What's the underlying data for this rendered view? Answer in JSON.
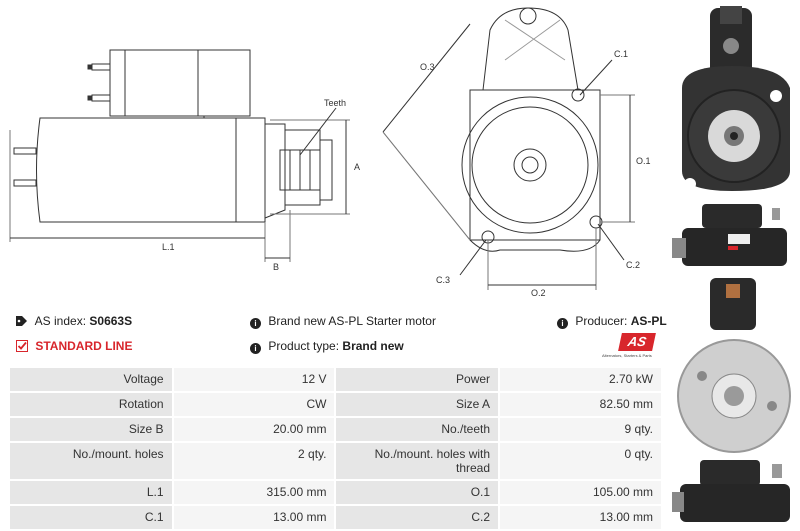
{
  "drawing_labels": {
    "teeth": "Teeth",
    "a": "A",
    "l1": "L.1",
    "b": "B",
    "o3": "O.3",
    "c1": "C.1",
    "o1": "O.1",
    "c3": "C.3",
    "c2": "C.2",
    "o2": "O.2"
  },
  "info": {
    "as_index_label": "AS index:",
    "as_index_value": "S0663S",
    "standard_line": "STANDARD LINE",
    "brand_new_text": "Brand new AS-PL Starter motor",
    "product_type_label": "Product type:",
    "product_type_value": "Brand new",
    "producer_label": "Producer:",
    "producer_value": "AS-PL",
    "logo_text": "AS",
    "logo_tagline": "Alternators, Starters & Parts"
  },
  "specs": [
    {
      "l1": "Voltage",
      "v1": "12 V",
      "l2": "Power",
      "v2": "2.70 kW"
    },
    {
      "l1": "Rotation",
      "v1": "CW",
      "l2": "Size A",
      "v2": "82.50 mm"
    },
    {
      "l1": "Size B",
      "v1": "20.00 mm",
      "l2": "No./teeth",
      "v2": "9 qty."
    },
    {
      "l1": "No./mount. holes",
      "v1": "2 qty.",
      "l2": "No./mount. holes with thread",
      "v2": "0 qty."
    },
    {
      "l1": "L.1",
      "v1": "315.00 mm",
      "l2": "O.1",
      "v2": "105.00 mm"
    },
    {
      "l1": "C.1",
      "v1": "13.00 mm",
      "l2": "C.2",
      "v2": "13.00 mm"
    }
  ],
  "icons": {
    "tag": "tag-icon",
    "check": "checkbox-icon",
    "info": "info-icon"
  },
  "colors": {
    "accent_red": "#d8262c",
    "label_cell": "#e6e6e6",
    "value_cell": "#f5f5f5"
  }
}
